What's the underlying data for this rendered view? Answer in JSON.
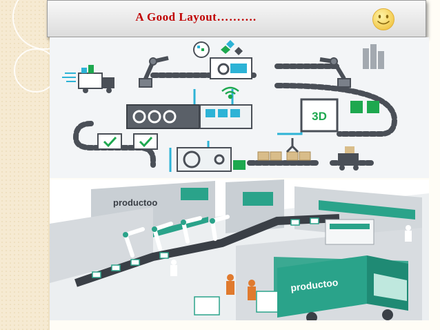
{
  "slide": {
    "title": "A  Good  Layout……….",
    "title_color": "#c00000",
    "smiley_icon": "smiley-face-icon"
  },
  "top_illustration": {
    "label_3d": "3D",
    "accent": "#2db3d6",
    "green": "#1ea84f"
  },
  "bottom_illustration": {
    "brand_wall": "productoo",
    "brand_truck": "productoo",
    "accent": "#2aa38a"
  }
}
